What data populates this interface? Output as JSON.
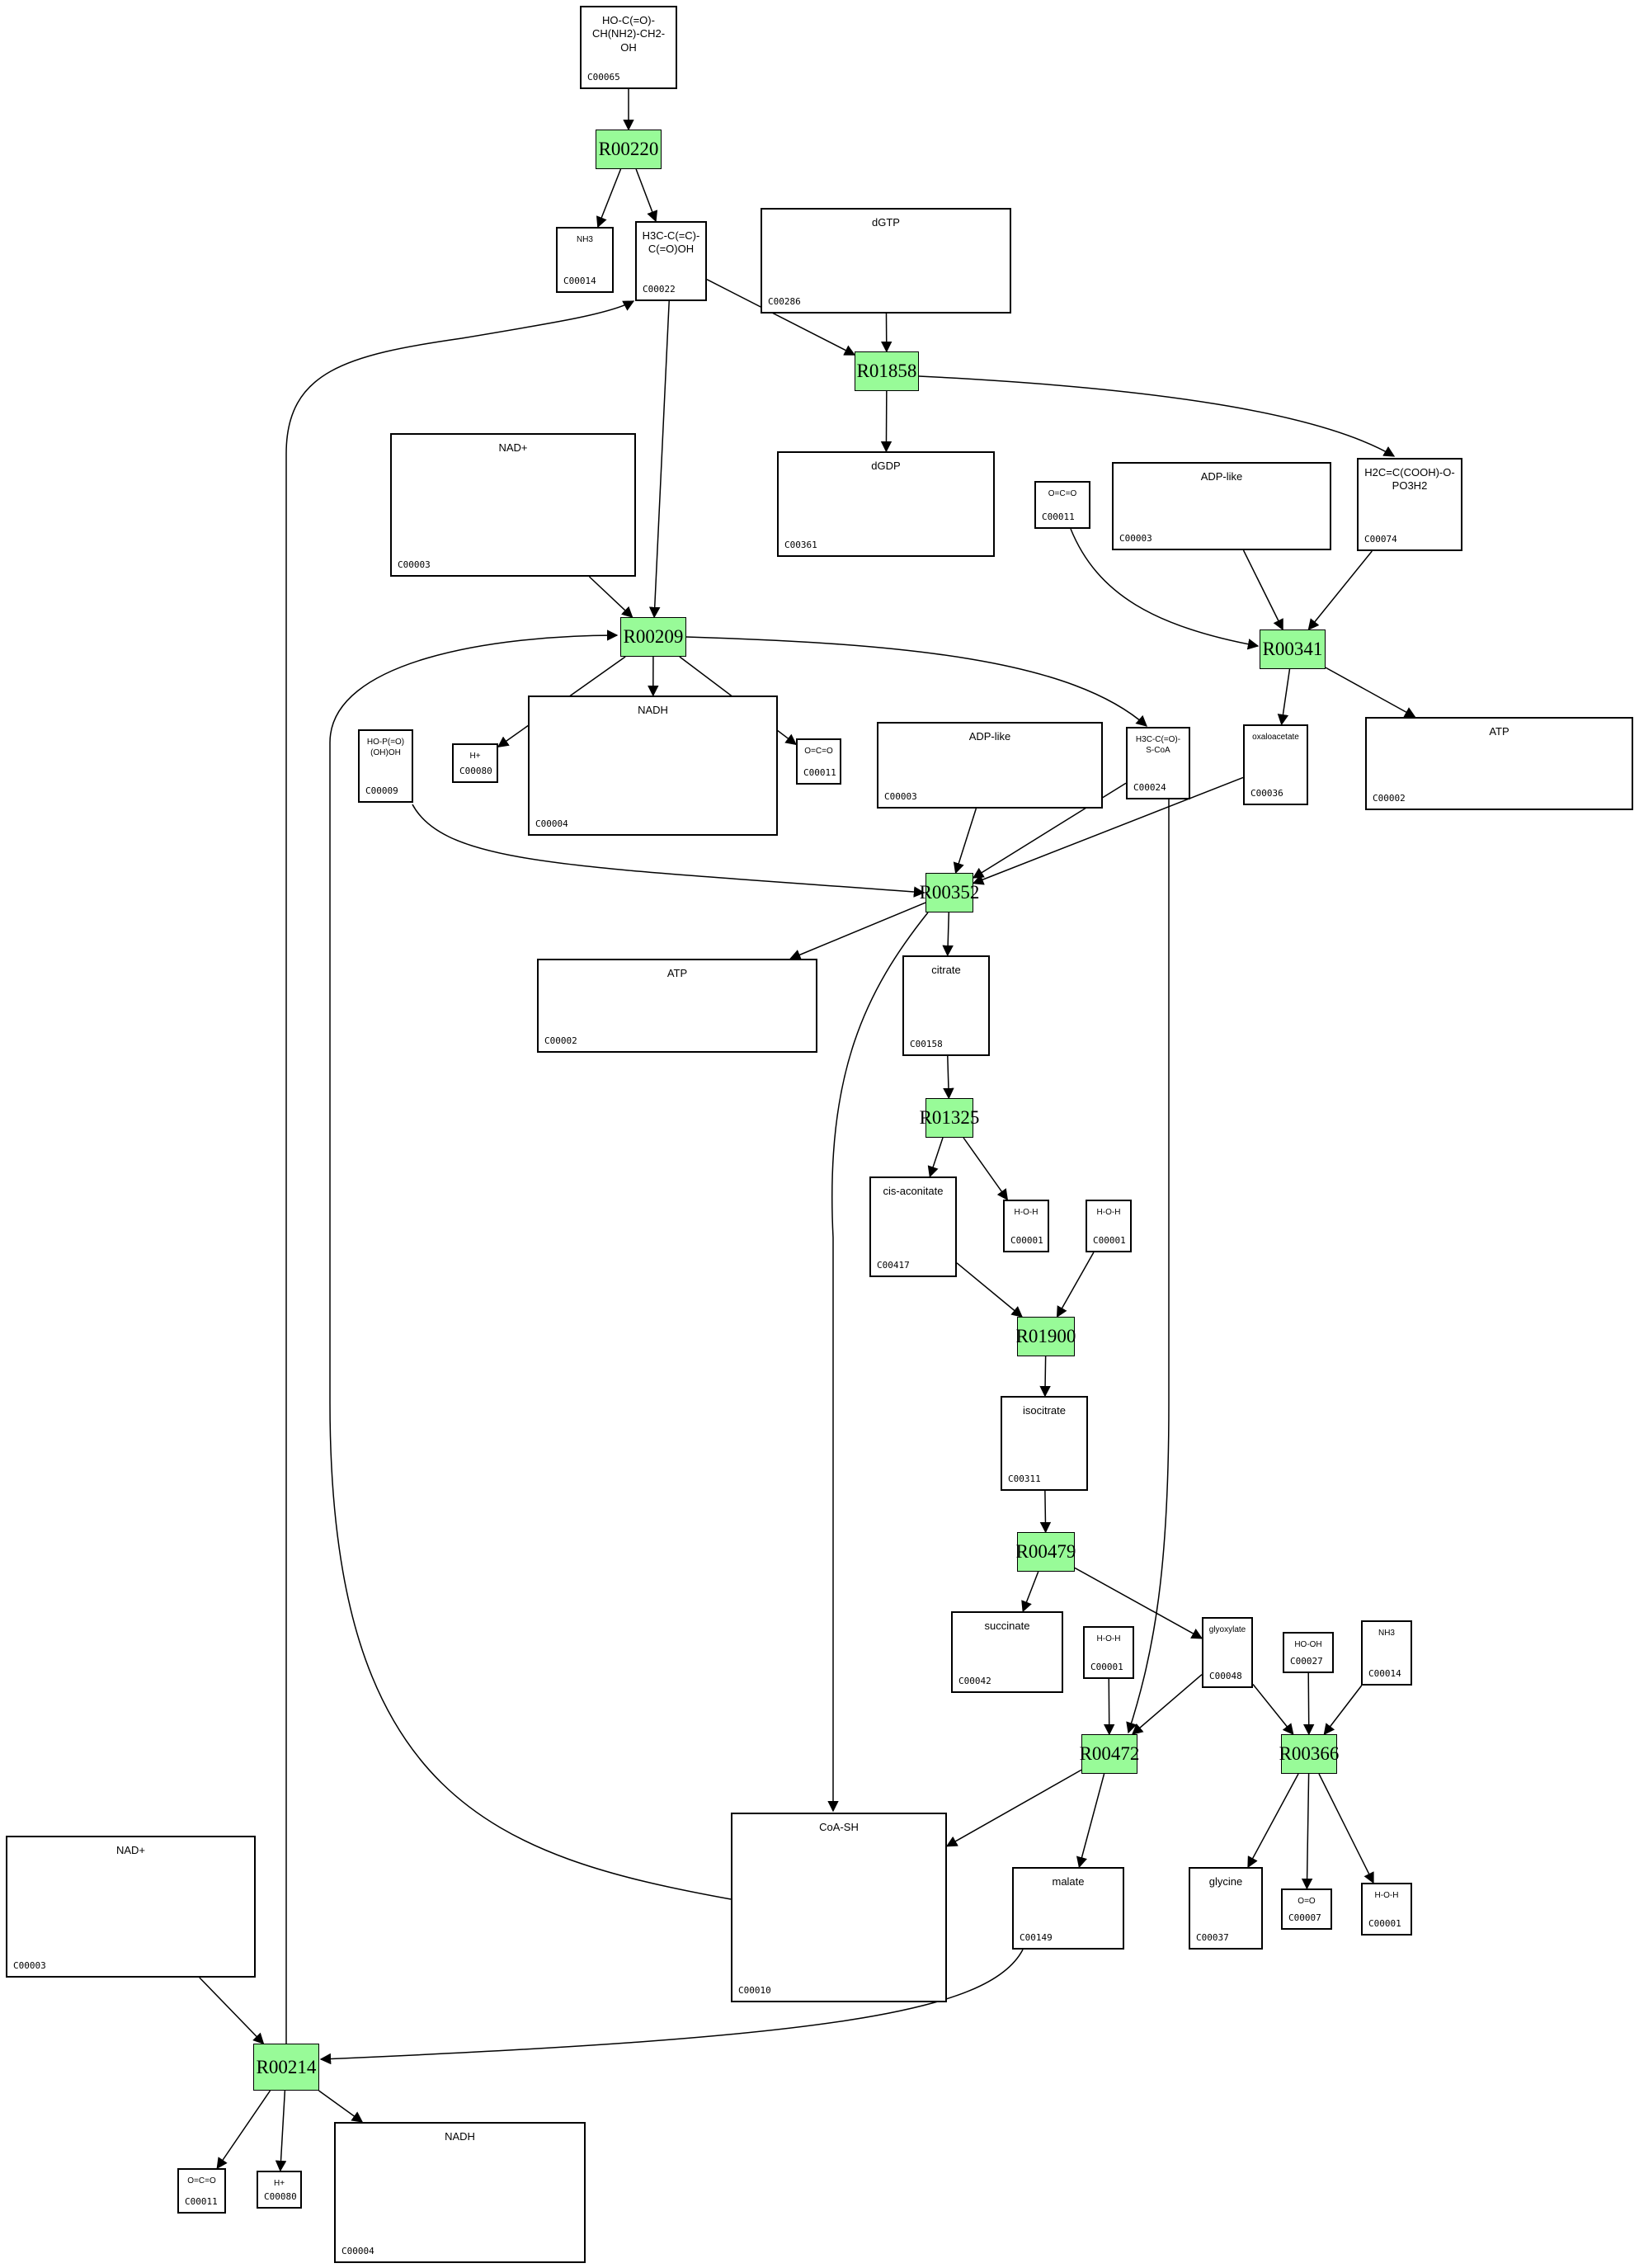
{
  "diagram": {
    "type": "metabolic-pathway",
    "reaction_fill": "#98fb98",
    "reactions": [
      {
        "id": "R00220"
      },
      {
        "id": "R01858"
      },
      {
        "id": "R00209"
      },
      {
        "id": "R00341"
      },
      {
        "id": "R00352"
      },
      {
        "id": "R01325"
      },
      {
        "id": "R01900"
      },
      {
        "id": "R00479"
      },
      {
        "id": "R00472"
      },
      {
        "id": "R00366"
      },
      {
        "id": "R00214"
      }
    ],
    "compounds": [
      {
        "key": "C00065",
        "id": "C00065",
        "structure": "HO-C(=O)-CH(NH2)-CH2-OH"
      },
      {
        "key": "C00014a",
        "id": "C00014",
        "structure": "NH3"
      },
      {
        "key": "C00022",
        "id": "C00022",
        "structure": "H3C-C(=C)-C(=O)OH"
      },
      {
        "key": "C00286",
        "id": "C00286",
        "structure": "dGTP"
      },
      {
        "key": "C00361",
        "id": "C00361",
        "structure": "dGDP"
      },
      {
        "key": "C00003a",
        "id": "C00003",
        "structure": "NAD+"
      },
      {
        "key": "C00011a",
        "id": "C00011",
        "structure": "O=C=O"
      },
      {
        "key": "C00003b",
        "id": "C00003",
        "structure": "ADP-like"
      },
      {
        "key": "C00074",
        "id": "C00074",
        "structure": "H2C=C(COOH)-O-PO3H2"
      },
      {
        "key": "C00009",
        "id": "C00009",
        "structure": "HO-P(=O)(OH)OH"
      },
      {
        "key": "C00080a",
        "id": "C00080",
        "structure": "H+"
      },
      {
        "key": "C00004a",
        "id": "C00004",
        "structure": "NADH"
      },
      {
        "key": "C00011b",
        "id": "C00011",
        "structure": "O=C=O"
      },
      {
        "key": "C00003c",
        "id": "C00003",
        "structure": "ADP-like"
      },
      {
        "key": "C00024",
        "id": "C00024",
        "structure": "H3C-C(=O)-S-CoA"
      },
      {
        "key": "C00036",
        "id": "C00036",
        "structure": "oxaloacetate"
      },
      {
        "key": "C00002a",
        "id": "C00002",
        "structure": "ATP"
      },
      {
        "key": "C00002b",
        "id": "C00002",
        "structure": "ATP"
      },
      {
        "key": "C00158",
        "id": "C00158",
        "structure": "citrate"
      },
      {
        "key": "C00417",
        "id": "C00417",
        "structure": "cis-aconitate"
      },
      {
        "key": "C00001a",
        "id": "C00001",
        "structure": "H-O-H"
      },
      {
        "key": "C00001b",
        "id": "C00001",
        "structure": "H-O-H"
      },
      {
        "key": "C00311",
        "id": "C00311",
        "structure": "isocitrate"
      },
      {
        "key": "C00042",
        "id": "C00042",
        "structure": "succinate"
      },
      {
        "key": "C00001c",
        "id": "C00001",
        "structure": "H-O-H"
      },
      {
        "key": "C00048",
        "id": "C00048",
        "structure": "glyoxylate"
      },
      {
        "key": "C00027",
        "id": "C00027",
        "structure": "HO-OH"
      },
      {
        "key": "C00014b",
        "id": "C00014",
        "structure": "NH3"
      },
      {
        "key": "C00010",
        "id": "C00010",
        "structure": "CoA-SH"
      },
      {
        "key": "C00149",
        "id": "C00149",
        "structure": "malate"
      },
      {
        "key": "C00037",
        "id": "C00037",
        "structure": "glycine"
      },
      {
        "key": "C00007",
        "id": "C00007",
        "structure": "O=O"
      },
      {
        "key": "C00001d",
        "id": "C00001",
        "structure": "H-O-H"
      },
      {
        "key": "C00003d",
        "id": "C00003",
        "structure": "NAD+"
      },
      {
        "key": "C00011c",
        "id": "C00011",
        "structure": "O=C=O"
      },
      {
        "key": "C00080b",
        "id": "C00080",
        "structure": "H+"
      },
      {
        "key": "C00004b",
        "id": "C00004",
        "structure": "NADH"
      }
    ],
    "edges": [
      [
        "C00065",
        "R00220"
      ],
      [
        "R00220",
        "C00014a"
      ],
      [
        "R00220",
        "C00022"
      ],
      [
        "C00286",
        "R01858"
      ],
      [
        "C00022",
        "R01858"
      ],
      [
        "R01858",
        "C00361"
      ],
      [
        "R01858",
        "C00074"
      ],
      [
        "C00003a",
        "R00209"
      ],
      [
        "C00022",
        "R00209"
      ],
      [
        "R00209",
        "C00080a"
      ],
      [
        "R00209",
        "C00004a"
      ],
      [
        "R00209",
        "C00011b"
      ],
      [
        "R00209",
        "C00024"
      ],
      [
        "C00011a",
        "R00341"
      ],
      [
        "C00003b",
        "R00341"
      ],
      [
        "C00074",
        "R00341"
      ],
      [
        "R00341",
        "C00036"
      ],
      [
        "R00341",
        "C00002a"
      ],
      [
        "C00009",
        "R00352"
      ],
      [
        "C00003c",
        "R00352"
      ],
      [
        "C00024",
        "R00352"
      ],
      [
        "C00036",
        "R00352"
      ],
      [
        "R00352",
        "C00002b"
      ],
      [
        "R00352",
        "C00158"
      ],
      [
        "R00352",
        "C00010"
      ],
      [
        "C00158",
        "R01325"
      ],
      [
        "R01325",
        "C00417"
      ],
      [
        "R01325",
        "C00001a"
      ],
      [
        "C00417",
        "R01900"
      ],
      [
        "C00001b",
        "R01900"
      ],
      [
        "R01900",
        "C00311"
      ],
      [
        "C00311",
        "R00479"
      ],
      [
        "R00479",
        "C00042"
      ],
      [
        "R00479",
        "C00048"
      ],
      [
        "C00001c",
        "R00472"
      ],
      [
        "C00024",
        "R00472"
      ],
      [
        "C00048",
        "R00472"
      ],
      [
        "R00472",
        "C00010"
      ],
      [
        "R00472",
        "C00149"
      ],
      [
        "C00048",
        "R00366"
      ],
      [
        "C00027",
        "R00366"
      ],
      [
        "C00014b",
        "R00366"
      ],
      [
        "R00366",
        "C00037"
      ],
      [
        "R00366",
        "C00007"
      ],
      [
        "R00366",
        "C00001d"
      ],
      [
        "C00003d",
        "R00214"
      ],
      [
        "C00149",
        "R00214"
      ],
      [
        "R00214",
        "C00011c"
      ],
      [
        "R00214",
        "C00080b"
      ],
      [
        "R00214",
        "C00004b"
      ],
      [
        "C00010",
        "R00209"
      ],
      [
        "R00214",
        "C00022"
      ]
    ]
  }
}
